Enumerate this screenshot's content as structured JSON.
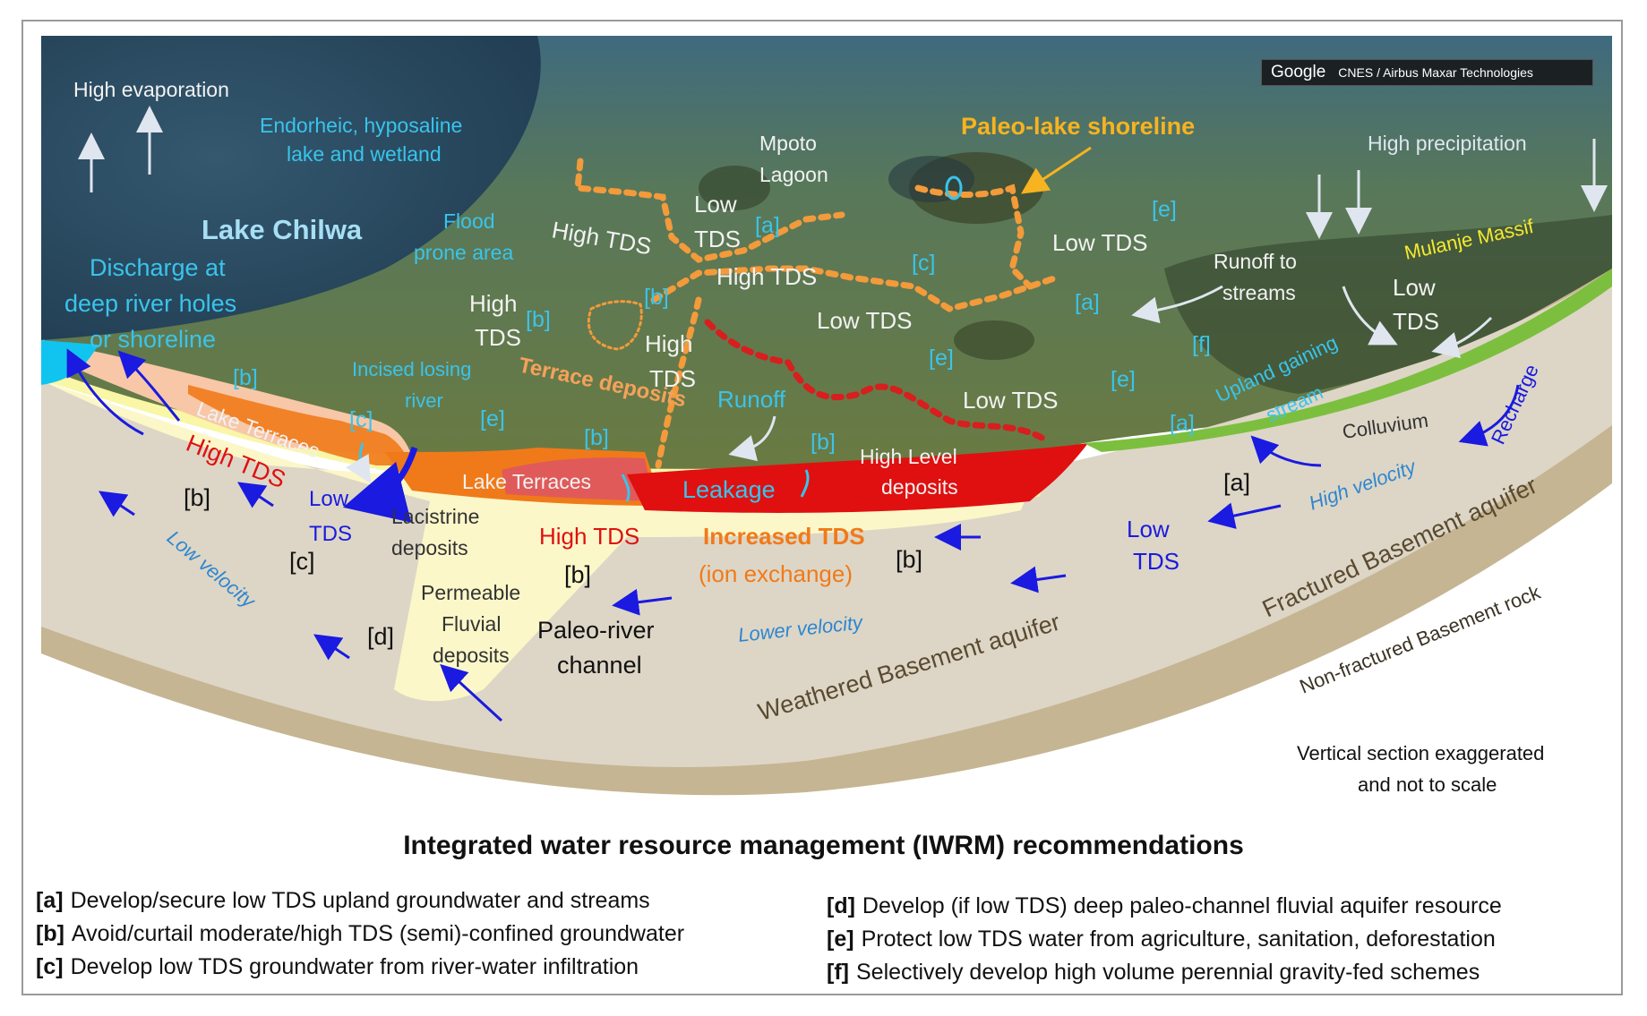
{
  "attribution": {
    "provider": "Google",
    "credits": "CNES / Airbus  Maxar Technologies"
  },
  "labels": {
    "high_evaporation": "High evaporation",
    "endorheic_1": "Endorheic, hyposaline",
    "endorheic_2": "lake and wetland",
    "lake_chilwa": "Lake Chilwa",
    "discharge_1": "Discharge at",
    "discharge_2": "deep river holes",
    "discharge_3": "or shoreline",
    "flood_1": "Flood",
    "flood_2": "prone area",
    "mpoto_1": "Mpoto",
    "mpoto_2": "Lagoon",
    "paleo_shoreline": "Paleo-lake shoreline",
    "high_precipitation": "High precipitation",
    "mulanje": "Mulanje Massif",
    "high_tds": "High TDS",
    "high": "High",
    "tds": "TDS",
    "low": "Low",
    "low_tds": "Low TDS",
    "runoff_streams_1": "Runoff to",
    "runoff_streams_2": "streams",
    "incised_1": "Incised losing",
    "incised_2": "river",
    "terrace_deposits": "Terrace deposits",
    "runoff": "Runoff",
    "upland_1": "Upland gaining",
    "upland_2": "stream",
    "colluvium": "Colluvium",
    "recharge": "Recharge",
    "lake_terraces": "Lake Terraces",
    "leakage": "Leakage",
    "high_level_1": "High Level",
    "high_level_2": "deposits",
    "lacustrine_1": "Lacistrine",
    "lacustrine_2": "deposits",
    "increased_tds": "Increased TDS",
    "ion_exchange": "(ion exchange)",
    "high_velocity": "High velocity",
    "low_velocity": "Low velocity",
    "lower_velocity": "Lower velocity",
    "fractured": "Fractured Basement aquifer",
    "non_fractured": "Non-fractured Basement rock",
    "weathered": "Weathered Basement aquifer",
    "permeable_1": "Permeable",
    "permeable_2": "Fluvial",
    "permeable_3": "deposits",
    "paleo_river_1": "Paleo-river",
    "paleo_river_2": "channel",
    "scale_note_1": "Vertical section exaggerated",
    "scale_note_2": "and not to scale"
  },
  "tags": {
    "a": "[a]",
    "b": "[b]",
    "c": "[c]",
    "d": "[d]",
    "e": "[e]",
    "f": "[f]"
  },
  "title": "Integrated water resource management (IWRM) recommendations",
  "recommendations": [
    {
      "tag": "[a]",
      "text": "Develop/secure  low TDS upland  groundwater and streams"
    },
    {
      "tag": "[b]",
      "text": "Avoid/curtail  moderate/high  TDS (semi)-confined  groundwater"
    },
    {
      "tag": "[c]",
      "text": "Develop  low TDS groundwater  from  river-water  infiltration"
    },
    {
      "tag": "[d]",
      "text": "Develop  (if low TDS)  deep paleo-channel  fluvial aquifer resource"
    },
    {
      "tag": "[e]",
      "text": "Protect low TDS water from agriculture,  sanitation,  deforestation"
    },
    {
      "tag": "[f]",
      "text": "Selectively  develop  high volume  perennial  gravity-fed schemes"
    }
  ],
  "colors": {
    "cyan": "#39c4ec",
    "white": "#f2f2f2",
    "yellow": "#f5e930",
    "orange_label": "#f4a25a",
    "gold": "#f7b320",
    "blue_arrow": "#1a1ae0",
    "red_layer": "#e01010",
    "orange_layer": "#f07a1a",
    "lake_terrace_pink": "#f7c7a8",
    "yellow_layer": "#f9f6a6",
    "basement": "#ddd6c6",
    "bedrock": "#c5b592",
    "colluvium": "#7cbf3f",
    "velocity_text": "#2f86d0"
  }
}
